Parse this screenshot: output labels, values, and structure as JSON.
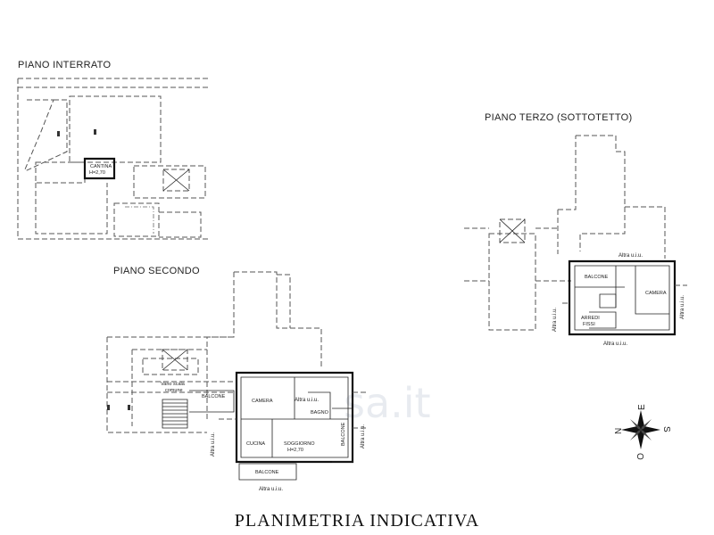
{
  "title": "PLANIMETRIA INDICATIVA",
  "watermark": "sa.it",
  "sections": {
    "basement": {
      "label": "PIANO INTERRATO",
      "rooms": {
        "cantina": "CANTINA",
        "height": "H=2,70"
      }
    },
    "second_floor": {
      "label": "PIANO SECONDO",
      "rooms": {
        "vano_scala": "Vano scala",
        "comune": "comune",
        "balcone_left": "BALCONE",
        "camera": "CAMERA",
        "bagno": "BAGNO",
        "cucina": "CUCINA",
        "soggiorno": "SOGGIORNO",
        "soggiorno_height": "H=2,70",
        "balcone_right": "BALCONE",
        "balcone_bottom": "BALCONE"
      },
      "notes": {
        "altra_uiu_top": "Altra u.i.u.",
        "altra_uiu_left": "Altra u.i.u.",
        "altra_uiu_right": "Altra u.i.u.",
        "altra_uiu_bottom": "Altra u.i.u."
      }
    },
    "third_floor": {
      "label": "PIANO TERZO (SOTTOTETTO)",
      "rooms": {
        "balcone": "BALCONE",
        "camera": "CAMERA",
        "arredi": "ARREDI",
        "fissi": "FISSI"
      },
      "notes": {
        "altra_uiu_top": "Altra u.i.u.",
        "altra_uiu_left": "Altra u.i.u.",
        "altra_uiu_right": "Altra u.i.u.",
        "altra_uiu_bottom": "Altra u.i.u."
      }
    }
  },
  "compass": {
    "n": "N",
    "s": "S",
    "e": "E",
    "o": "O"
  }
}
